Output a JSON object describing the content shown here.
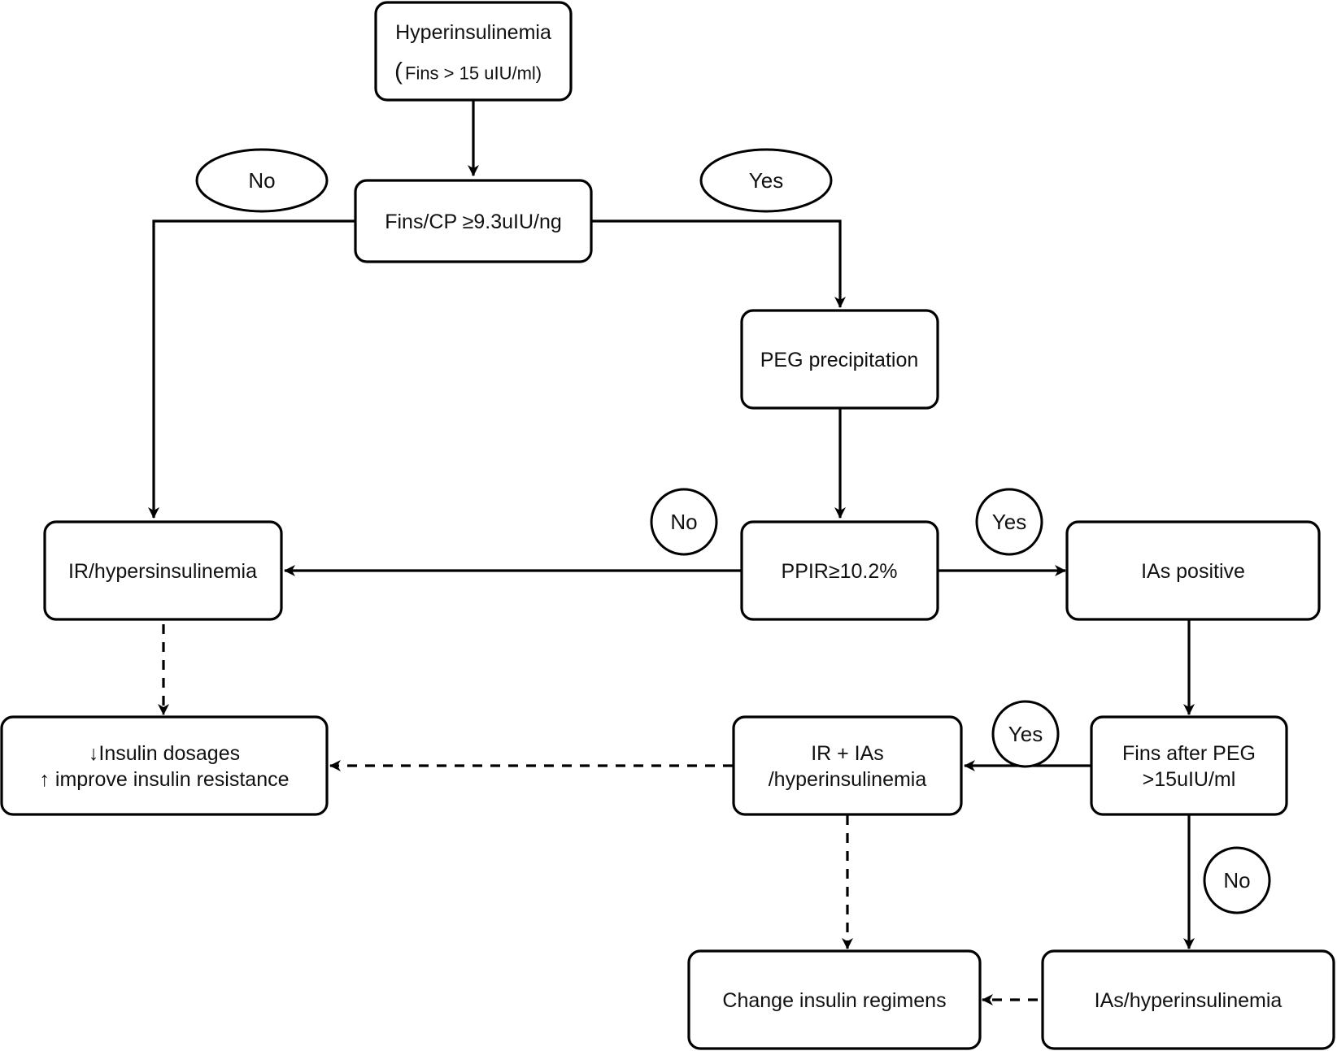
{
  "nodes": {
    "hyperinsulinemia": {
      "line1": "Hyperinsulinemia",
      "paren_open": "(",
      "line2": "Fins > 15 uIU/ml)"
    },
    "fins_cp": {
      "label": "Fins/CP ≥9.3uIU/ng"
    },
    "peg": {
      "label": "PEG precipitation"
    },
    "ppir": {
      "label": "PPIR≥10.2%"
    },
    "ir_hyper": {
      "label": "IR/hypersinsulinemia"
    },
    "ias_positive": {
      "label": "IAs positive"
    },
    "fins_after_peg": {
      "line1": "Fins after PEG",
      "line2": ">15uIU/ml"
    },
    "ir_ias": {
      "line1": "IR + IAs",
      "line2": "/hyperinsulinemia"
    },
    "insulin_dosages": {
      "line1": "↓Insulin dosages",
      "line2": "↑ improve insulin resistance"
    },
    "change_regimens": {
      "label": "Change insulin regimens"
    },
    "ias_hyper": {
      "label": "IAs/hyperinsulinemia"
    }
  },
  "edge_labels": {
    "fins_cp_no": "No",
    "fins_cp_yes": "Yes",
    "ppir_no": "No",
    "ppir_yes": "Yes",
    "fins_peg_yes": "Yes",
    "fins_peg_no": "No"
  },
  "colors": {
    "stroke": "#000000",
    "fill": "#ffffff",
    "text": "#111111"
  }
}
